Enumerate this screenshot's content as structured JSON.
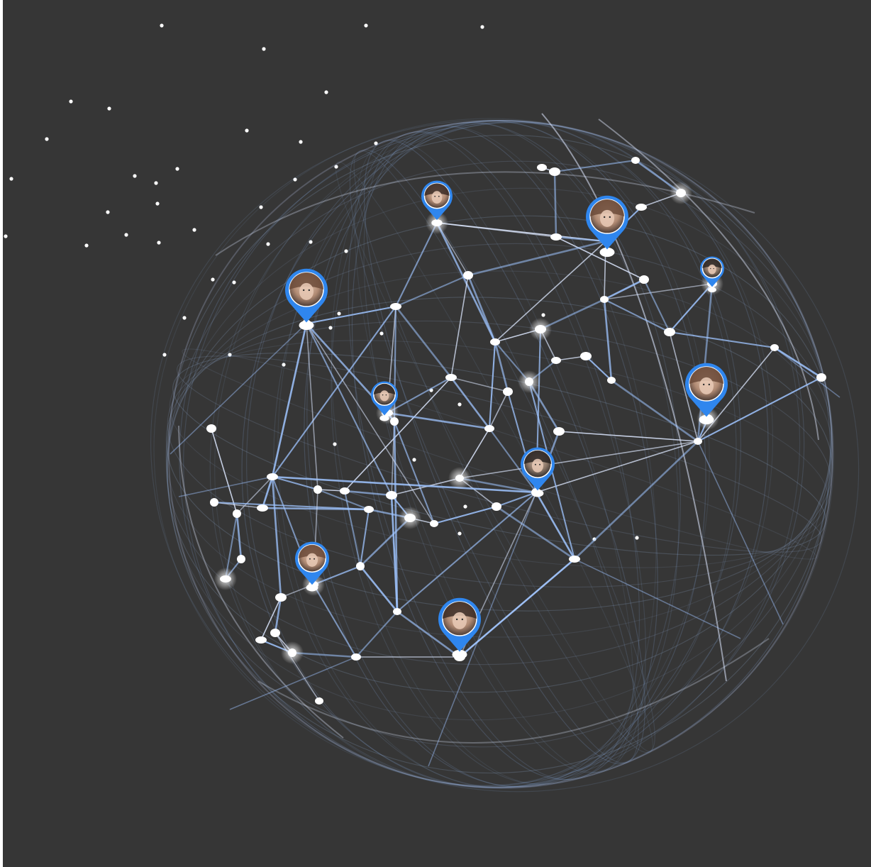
{
  "scene": {
    "background": "#363636",
    "link_color": "#9fc4ff",
    "pin_color": "#2f86ee",
    "node_color": "#ffffff"
  },
  "pins": [
    {
      "id": "pin-user-1",
      "icon": "female-avatar"
    },
    {
      "id": "pin-user-2",
      "icon": "female-avatar"
    },
    {
      "id": "pin-user-3",
      "icon": "male-avatar"
    },
    {
      "id": "pin-user-4",
      "icon": "female-avatar"
    },
    {
      "id": "pin-user-5",
      "icon": "male-avatar"
    },
    {
      "id": "pin-user-6",
      "icon": "female-avatar"
    },
    {
      "id": "pin-user-7",
      "icon": "male-avatar"
    },
    {
      "id": "pin-user-8",
      "icon": "female-avatar"
    },
    {
      "id": "pin-user-9",
      "icon": "female-avatar"
    }
  ]
}
